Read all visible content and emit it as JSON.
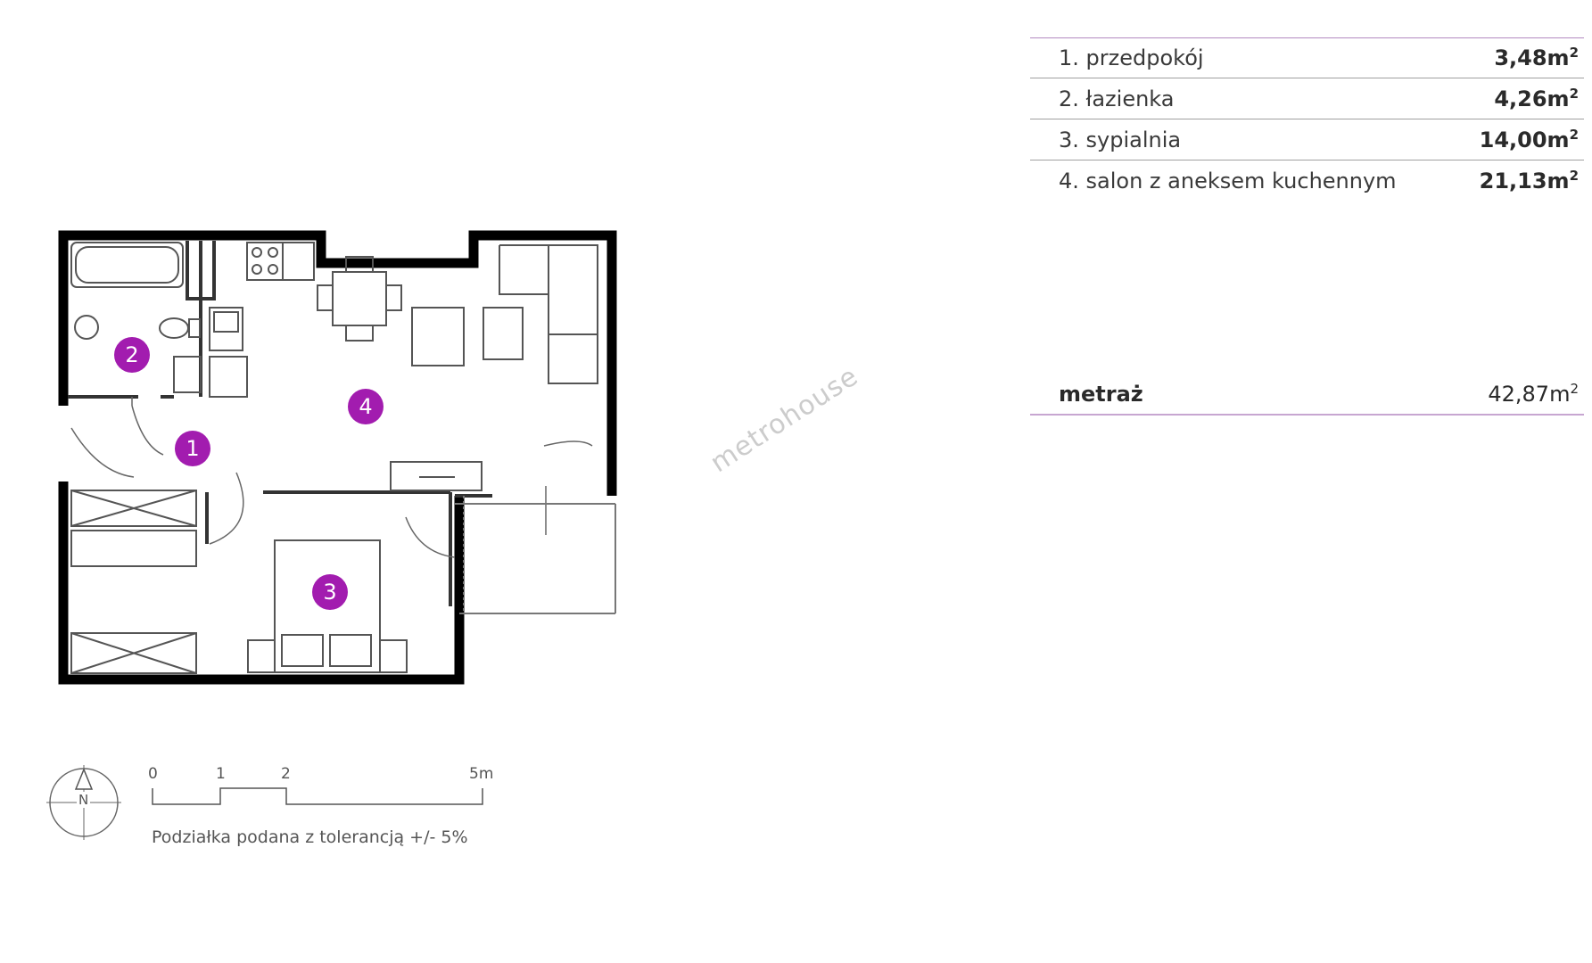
{
  "rooms": [
    {
      "label": "1. przedpokój",
      "area": "3,48m",
      "unit_sup": "2"
    },
    {
      "label": "2. łazienka",
      "area": "4,26m",
      "unit_sup": "2"
    },
    {
      "label": "3. sypialnia",
      "area": "14,00m",
      "unit_sup": "2"
    },
    {
      "label": "4. salon z aneksem kuchennym",
      "area": "21,13m",
      "unit_sup": "2"
    }
  ],
  "total": {
    "label": "metraż",
    "value": "42,87m",
    "unit_sup": "2"
  },
  "plan_markers": [
    {
      "number": "1"
    },
    {
      "number": "2"
    },
    {
      "number": "3"
    },
    {
      "number": "4"
    }
  ],
  "compass": {
    "letter": "N"
  },
  "scale": {
    "ticks": [
      "0",
      "1",
      "2",
      "5m"
    ],
    "note": "Podziałka podana z tolerancją +/- 5%"
  },
  "watermark": "metrohouse",
  "colors": {
    "marker": "#a21caf",
    "wall": "#000000",
    "accent_line": "#b38ac0"
  }
}
